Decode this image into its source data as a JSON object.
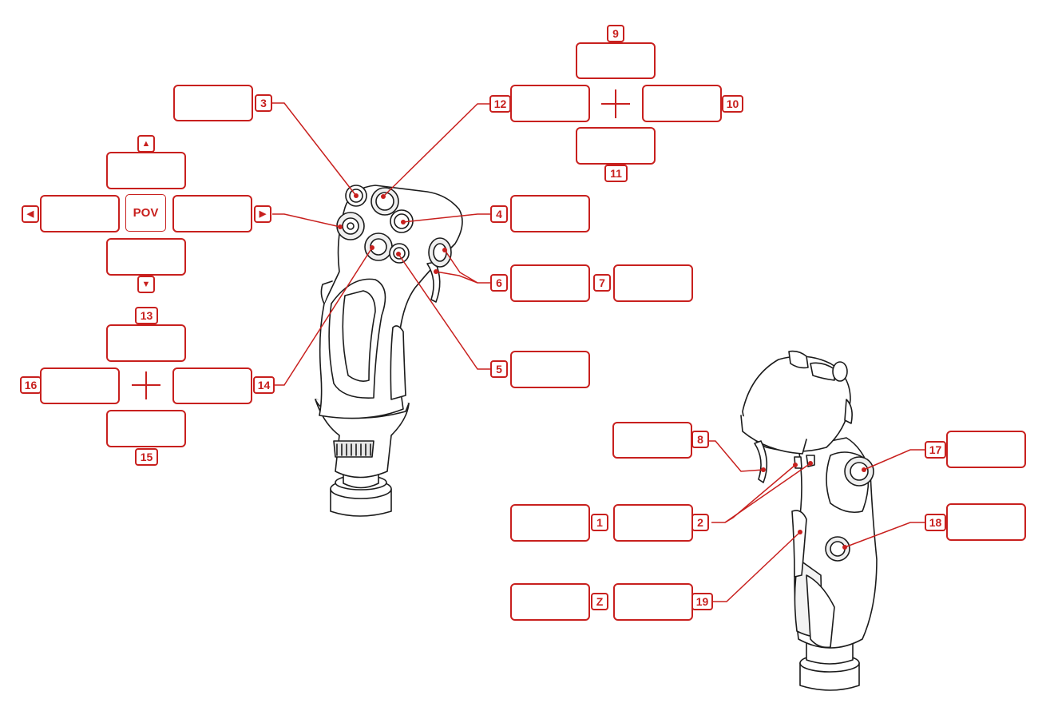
{
  "accent_color": "#c8201e",
  "pov_label": "POV",
  "arrows": {
    "up": "▲",
    "down": "▼",
    "left": "◀",
    "right": "▶"
  },
  "tags": {
    "t1": "1",
    "t2": "2",
    "t3": "3",
    "t4": "4",
    "t5": "5",
    "t6": "6",
    "t7": "7",
    "t8": "8",
    "t9": "9",
    "t10": "10",
    "t11": "11",
    "t12": "12",
    "t13": "13",
    "t14": "14",
    "t15": "15",
    "t16": "16",
    "t17": "17",
    "t18": "18",
    "t19": "19",
    "tz": "Z"
  },
  "icons": [
    "joystick-front-view-illustration",
    "joystick-rear-view-illustration",
    "plus-cross-icon"
  ]
}
